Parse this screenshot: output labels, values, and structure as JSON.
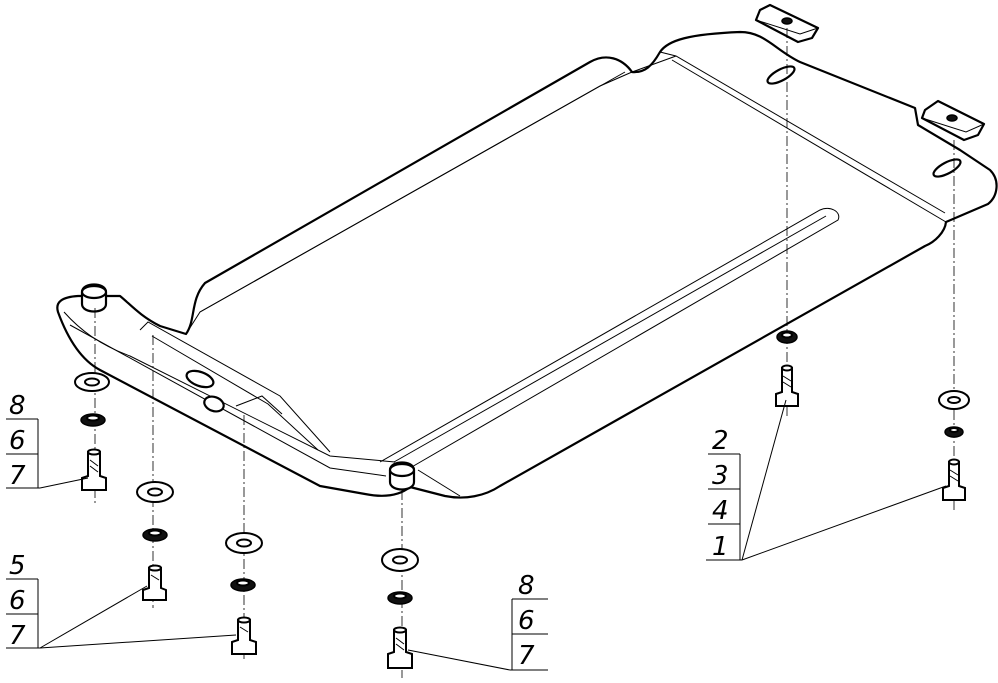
{
  "callouts": [
    {
      "id": "left-top",
      "numbers": [
        "8",
        "6",
        "7"
      ]
    },
    {
      "id": "left-bottom",
      "numbers": [
        "5",
        "6",
        "7"
      ]
    },
    {
      "id": "bottom-center",
      "numbers": [
        "8",
        "6",
        "7"
      ]
    },
    {
      "id": "right",
      "numbers": [
        "2",
        "3",
        "4",
        "1"
      ]
    }
  ]
}
